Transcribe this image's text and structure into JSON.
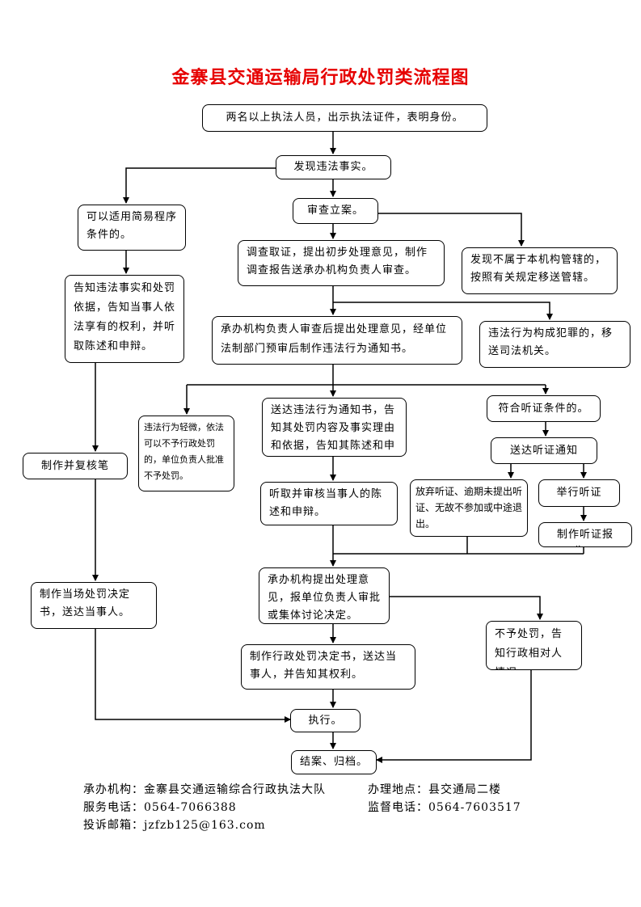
{
  "title": "金寨县交通运输局行政处罚类流程图",
  "steps": {
    "s1": "两名以上执法人员，出示执法证件，表明身份。",
    "s2": "发现违法事实。",
    "s3": "审查立案。",
    "simple": "可以适用简易程序条件的。",
    "notify_simple": "告知违法事实和处罚依据，告知当事人依法享有的权利，并听取陈述和申辩。",
    "transfer": "发现不属于本机构管辖的，按照有关规定移送管辖。",
    "investigate": "调查取证，提出初步处理意见，制作调查报告送承办机构负责人审查。",
    "review": "承办机构负责人审查后提出处理意见，经单位法制部门预审后制作违法行为通知书。",
    "crime": "违法行为构成犯罪的，移送司法机关。",
    "minor": "违法行为轻微，依法可以不予行政处罚的，单位负责人批准不予处罚。",
    "deliver_notice": "送达违法行为通知书，告知其处罚内容及事实理由和依据，告知其陈述和申辩权。",
    "hearing_cond": "符合听证条件的。",
    "hearing_notice": "送达听证通知书。",
    "record": "制作并复核笔录。",
    "listen": "听取并审核当事人的陈述和申辩。",
    "waive": "放弃听证、逾期未提出听证、无故不参加或中途退出。",
    "hold_hearing": "举行听证会。",
    "hearing_report": "制作听证报告。",
    "propose": "承办机构提出处理意见，报单位负责人审批或集体讨论决定。",
    "onsite": "制作当场处罚决定书，送达当事人。",
    "no_penalty": "不予处罚，告知行政相对人情况。",
    "decision": "制作行政处罚决定书，送达当事人，并告知其权利。",
    "execute": "执行。",
    "close": "结案、归档。"
  },
  "footer": {
    "agency": "承办机构：金寨县交通运输综合行政执法大队",
    "location": "办理地点：县交通局二楼",
    "service_phone": "服务电话：0564-7066388",
    "supervise_phone": "监督电话：0564-7603517",
    "email": "投诉邮箱：jzfzb125@163.com"
  },
  "colors": {
    "title": "#e60000",
    "line": "#000000"
  }
}
